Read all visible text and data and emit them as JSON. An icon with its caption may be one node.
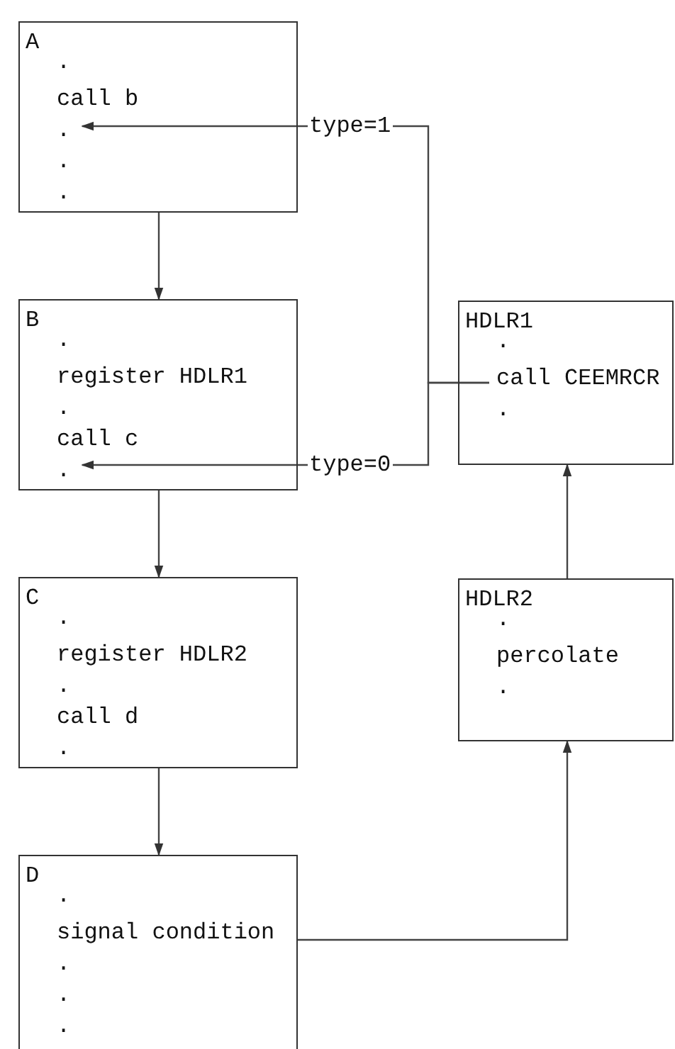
{
  "diagram": {
    "nodes": [
      {
        "text": [
          "A",
          ".",
          "call b",
          ".",
          ".",
          "."
        ]
      },
      {
        "text": [
          "B",
          ".",
          "register HDLR1",
          ".",
          "call c",
          "."
        ]
      },
      {
        "text": [
          "C",
          ".",
          "register HDLR2",
          ".",
          "call d",
          "."
        ]
      },
      {
        "text": [
          "D",
          ".",
          "signal condition",
          ".",
          ".",
          "."
        ]
      },
      {
        "text": [
          "HDLR1",
          ".",
          "call CEEMRCR",
          "."
        ]
      },
      {
        "text": [
          "HDLR2",
          ".",
          "percolate",
          "."
        ]
      }
    ],
    "edges": [
      {
        "from": 0,
        "to": 1,
        "arrow": "to"
      },
      {
        "from": 1,
        "to": 2,
        "arrow": "to"
      },
      {
        "from": 2,
        "to": 3,
        "arrow": "to"
      },
      {
        "from": 3,
        "to": 5,
        "arrow": "to"
      },
      {
        "from": 5,
        "to": 4,
        "arrow": "to"
      },
      {
        "from": 4,
        "to": 0,
        "arrow": "to",
        "label": "type=1"
      },
      {
        "from": 4,
        "to": 1,
        "arrow": "to",
        "label": "type=0"
      }
    ]
  }
}
